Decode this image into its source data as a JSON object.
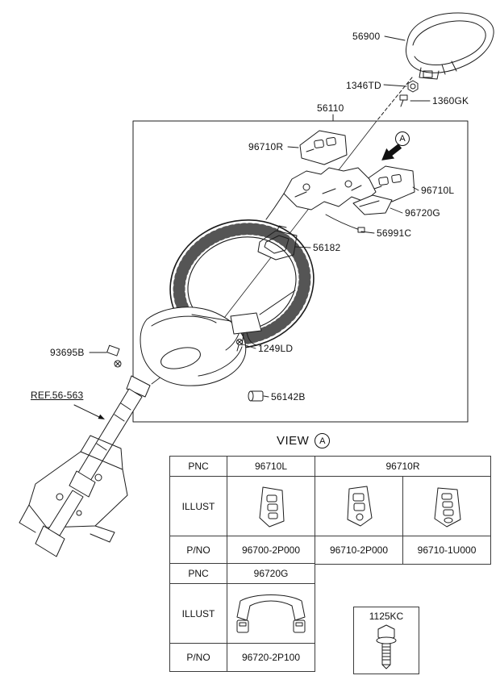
{
  "diagram": {
    "callouts": {
      "airbag": "56900",
      "nut": "1346TD",
      "pin": "1360GK",
      "assembly": "56110",
      "switch_right": "96710R",
      "switch_left": "96710L",
      "bezel": "96720G",
      "wiring": "56991C",
      "module": "56182",
      "screw": "1249LD",
      "clip": "93695B",
      "damper": "56142B",
      "reference": "REF.56-563",
      "detail_marker": "A"
    },
    "view_heading": {
      "text": "VIEW",
      "marker": "A"
    }
  },
  "table": {
    "row_labels": {
      "pnc": "PNC",
      "illust": "ILLUST",
      "pno": "P/NO"
    },
    "block1": {
      "pnc_groups": [
        "96710L",
        "96710R"
      ],
      "part_numbers": [
        "96700-2P000",
        "96710-2P000",
        "96710-1U000"
      ]
    },
    "block2": {
      "pnc": "96720G",
      "part_number": "96720-2P100"
    },
    "hardware": {
      "label": "1125KC"
    }
  }
}
